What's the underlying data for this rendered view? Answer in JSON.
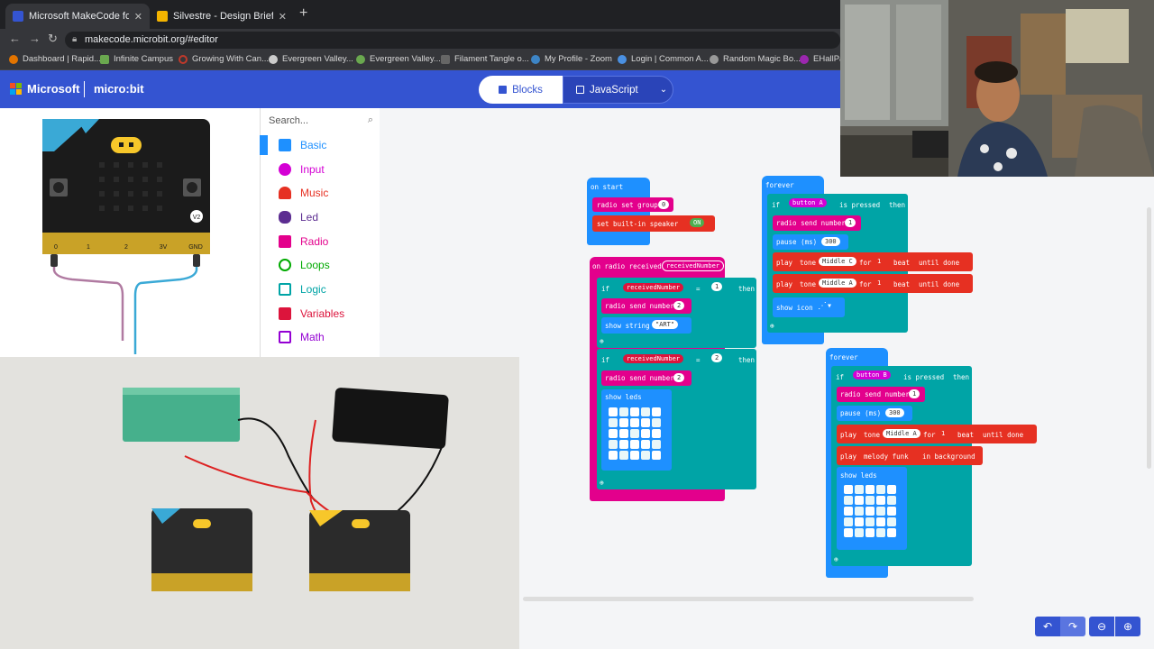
{
  "browser": {
    "tabs": [
      {
        "title": "Microsoft MakeCode for micro",
        "active": true
      },
      {
        "title": "Silvestre - Design Brief - made",
        "active": false
      }
    ],
    "url": "makecode.microbit.org/#editor",
    "bookmarks": [
      "Dashboard | Rapid...",
      "Infinite Campus",
      "Growing With Can...",
      "Evergreen Valley...",
      "Evergreen Valley...",
      "Filament Tangle o...",
      "My Profile - Zoom",
      "Login | Common A...",
      "Random Magic Bo...",
      "EHallPa"
    ]
  },
  "header": {
    "ms_label": "Microsoft",
    "mb_label": "micro:bit",
    "blocks_label": "Blocks",
    "js_label": "JavaScript"
  },
  "simulator": {
    "pins": [
      "0",
      "1",
      "2",
      "3V",
      "GND"
    ],
    "version_badge": "V2"
  },
  "toolbox": {
    "search_placeholder": "Search...",
    "categories": [
      {
        "label": "Basic",
        "color": "#1e90ff"
      },
      {
        "label": "Input",
        "color": "#d400d4"
      },
      {
        "label": "Music",
        "color": "#e63022"
      },
      {
        "label": "Led",
        "color": "#5c2d91"
      },
      {
        "label": "Radio",
        "color": "#e3008c"
      },
      {
        "label": "Loops",
        "color": "#00aa00"
      },
      {
        "label": "Logic",
        "color": "#00a4a6"
      },
      {
        "label": "Variables",
        "color": "#dc143c"
      },
      {
        "label": "Math",
        "color": "#9400d3"
      }
    ]
  },
  "blocks": {
    "on_start": {
      "hat": "on start",
      "radio_set_group": "radio set group",
      "group_value": "0",
      "set_speaker": "set built-in speaker",
      "speaker_state": "ON"
    },
    "on_radio": {
      "hat": "on radio received",
      "param": "receivedNumber",
      "if1": "if",
      "var1": "receivedNumber",
      "op1": "=",
      "val1": "1",
      "then1": "then",
      "send1": "radio send number",
      "send1_val": "2",
      "show_string": "show string",
      "string_val": "\"ART\"",
      "if2": "if",
      "var2": "receivedNumber",
      "op2": "=",
      "val2": "2",
      "then2": "then",
      "send2": "radio send number",
      "send2_val": "2",
      "show_leds": "show leds"
    },
    "forever_a": {
      "hat": "forever",
      "if": "if",
      "button": "button A",
      "pressed": "is pressed",
      "then": "then",
      "send": "radio send number",
      "send_val": "1",
      "pause": "pause (ms)",
      "pause_val": "300",
      "play1": "play",
      "tone1": "tone",
      "note1": "Middle C",
      "for1": "for",
      "beat1": "1",
      "beat_label1": "beat",
      "until1": "until done",
      "play2": "play",
      "tone2": "tone",
      "note2": "Middle A",
      "for2": "for",
      "beat2": "1",
      "beat_label2": "beat",
      "until2": "until done",
      "show_icon": "show icon"
    },
    "forever_b": {
      "hat": "forever",
      "if": "if",
      "button": "button B",
      "pressed": "is pressed",
      "then": "then",
      "send": "radio send number",
      "send_val": "1",
      "pause": "pause (ms)",
      "pause_val": "300",
      "play1": "play",
      "tone1": "tone",
      "note1": "Middle A",
      "for1": "for",
      "beat1": "1",
      "beat_label1": "beat",
      "until1": "until done",
      "play2": "play",
      "melody": "melody funk",
      "background": "in background",
      "show_leds": "show leds"
    }
  },
  "colors": {
    "brand": "#3454d1",
    "basic": "#1e90ff",
    "radio": "#e3008c",
    "music": "#e63022",
    "logic": "#00a4a6"
  }
}
